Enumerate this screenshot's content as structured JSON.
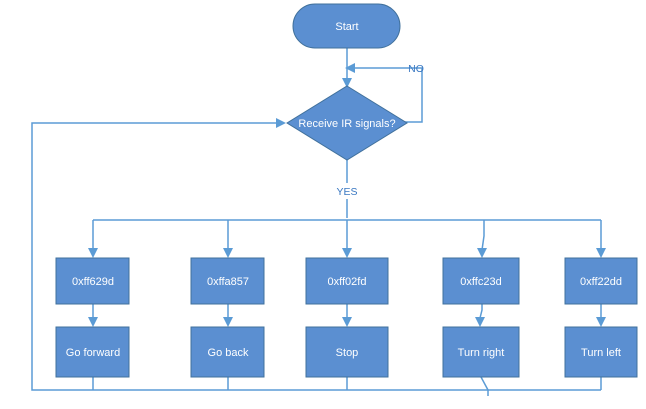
{
  "diagram": {
    "start": "Start",
    "decision": "Receive IR signals?",
    "no_label": "NO",
    "yes_label": "YES",
    "codes": [
      "0xff629d",
      "0xffa857",
      "0xff02fd",
      "0xffc23d",
      "0xff22dd"
    ],
    "actions": [
      "Go forward",
      "Go back",
      "Stop",
      "Turn right",
      "Turn left"
    ],
    "colors": {
      "fill": "#5b8fd1",
      "stroke": "#41719c",
      "connector": "#5b9bd5",
      "label": "#3a78c2",
      "text": "#ffffff"
    }
  }
}
